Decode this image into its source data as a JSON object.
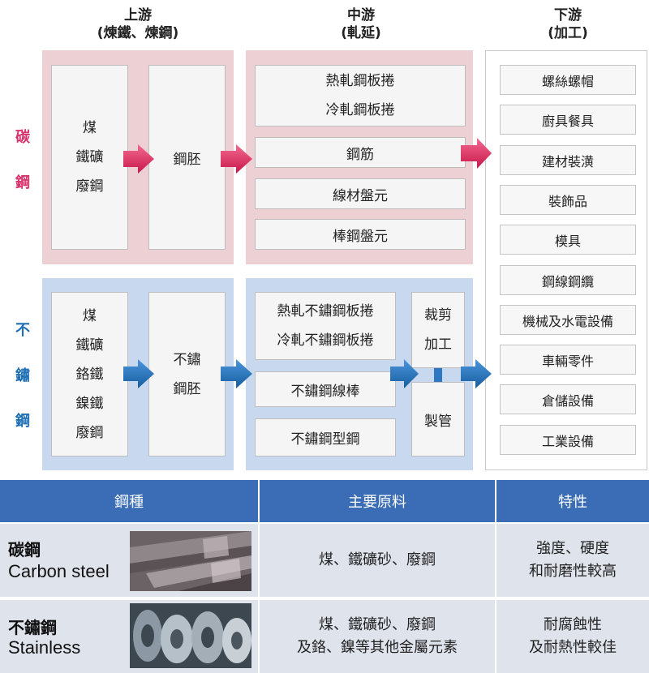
{
  "columns": {
    "upstream": {
      "title": "上游",
      "sub": "(煉鐵、煉鋼)"
    },
    "midstream": {
      "title": "中游",
      "sub": "(軋延)"
    },
    "downstream": {
      "title": "下游",
      "sub": "(加工)"
    }
  },
  "carbon": {
    "label": [
      "碳",
      "鋼"
    ],
    "raw": [
      "煤",
      "鐵礦",
      "廢鋼"
    ],
    "billet": "鋼胚",
    "products": [
      [
        "熱軋鋼板捲",
        "冷軋鋼板捲"
      ],
      [
        "鋼筋"
      ],
      [
        "線材盤元"
      ],
      [
        "棒鋼盤元"
      ]
    ]
  },
  "stainless": {
    "label": [
      "不",
      "鏽",
      "鋼"
    ],
    "raw": [
      "煤",
      "鐵礦",
      "鉻鐵",
      "鎳鐵",
      "廢鋼"
    ],
    "billet": [
      "不鏽",
      "鋼胚"
    ],
    "products": [
      [
        "熱軋不鏽鋼板捲",
        "冷軋不鏽鋼板捲"
      ],
      [
        "不鏽鋼線棒"
      ],
      [
        "不鏽鋼型鋼"
      ]
    ],
    "processing": {
      "cutting": [
        "裁剪",
        "加工"
      ],
      "pipe": "製管"
    }
  },
  "downstream_items": [
    "螺絲螺帽",
    "廚具餐具",
    "建材裝潢",
    "裝飾品",
    "模具",
    "鋼線鋼纜",
    "機械及水電設備",
    "車輛零件",
    "倉儲設備",
    "工業設備"
  ],
  "table": {
    "headers": [
      "鋼種",
      "主要原料",
      "特性"
    ],
    "rows": [
      {
        "name_zh": "碳鋼",
        "name_en": "Carbon steel",
        "materials": [
          "煤、鐵礦砂、廢鋼"
        ],
        "features": [
          "強度、硬度",
          "和耐磨性較高"
        ]
      },
      {
        "name_zh": "不鏽鋼",
        "name_en": "Stainless",
        "materials": [
          "煤、鐵礦砂、廢鋼",
          "及鉻、鎳等其他金屬元素"
        ],
        "features": [
          "耐腐蝕性",
          "及耐熱性較佳"
        ]
      }
    ]
  },
  "colors": {
    "carbon_accent": "#d6336c",
    "stainless_accent": "#1f6fb5",
    "carbon_panel": "#ecd0d4",
    "stainless_panel": "#c8d9ef",
    "table_header": "#3a6db5",
    "carbon_arrow": "#e0245e",
    "stainless_arrow": "#1f6fb5"
  }
}
